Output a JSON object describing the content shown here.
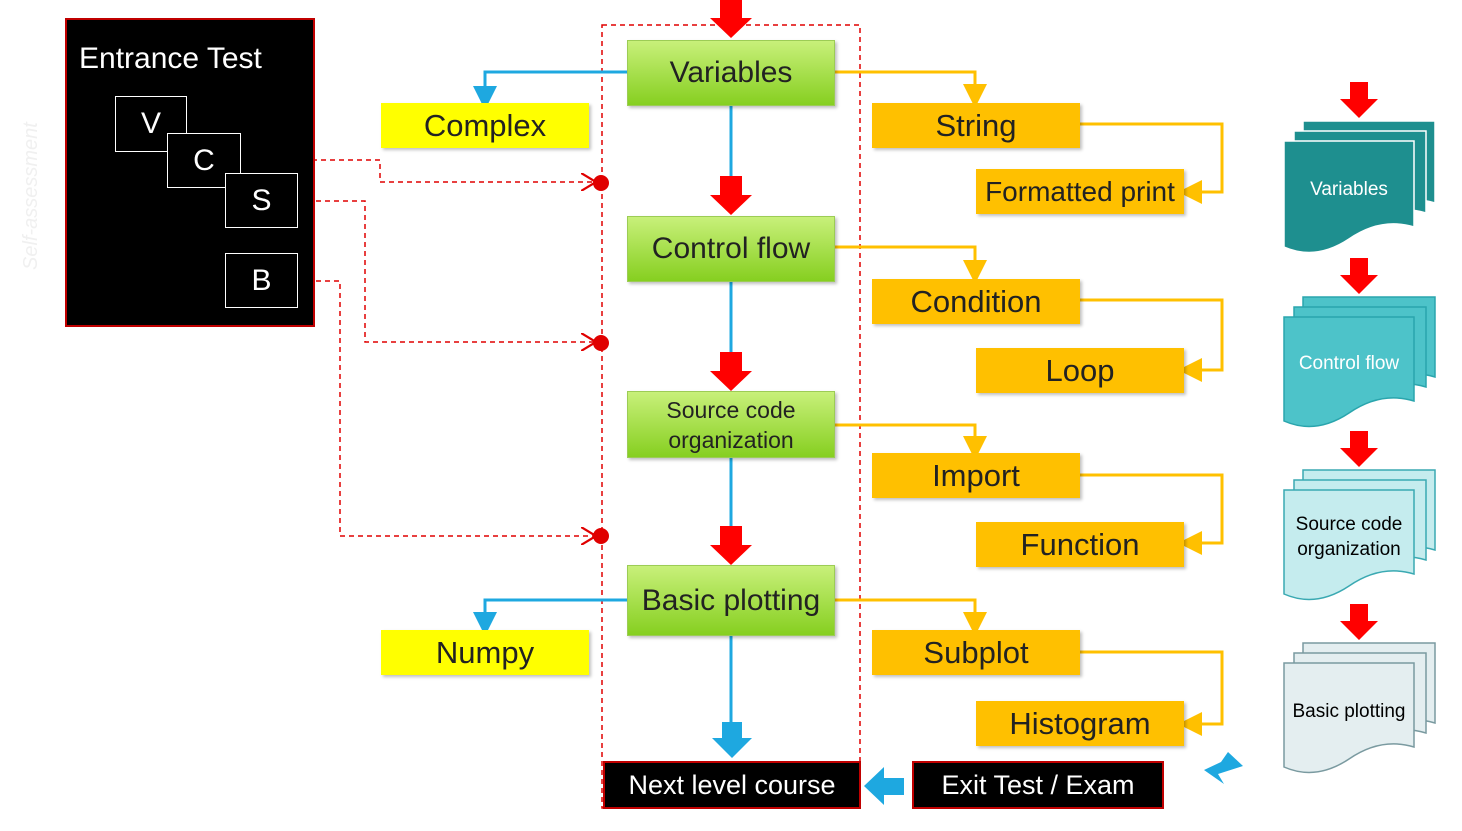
{
  "side_label": "Self-assessment",
  "entrance": {
    "title": "Entrance Test",
    "letters": [
      "V",
      "C",
      "S",
      "B"
    ]
  },
  "main_steps": {
    "variables": "Variables",
    "control_flow": "Control  flow",
    "source_code_line1": "Source code",
    "source_code_line2": "organization",
    "basic_plotting": "Basic plotting"
  },
  "left_topics": {
    "complex": "Complex",
    "numpy": "Numpy"
  },
  "right_topics": {
    "string": "String",
    "formatted_print": "Formatted print",
    "condition": "Condition",
    "loop": "Loop",
    "import": "Import",
    "function": "Function",
    "subplot": "Subplot",
    "histogram": "Histogram"
  },
  "bottom": {
    "next_level": "Next level course",
    "exit_test": "Exit Test / Exam"
  },
  "documents": {
    "variables": "Variables",
    "control_flow": "Control flow",
    "source_line1": "Source code",
    "source_line2": "organization",
    "basic_plotting": "Basic plotting"
  },
  "colors": {
    "red": "#ff0000",
    "blue": "#1ea8e0",
    "orange": "#ffc000",
    "yellow": "#ffff00",
    "teal_dark": "#1e8f8f",
    "teal_mid": "#4dc3c9",
    "teal_light": "#c5ecee",
    "gray_light": "#e4eef0"
  }
}
